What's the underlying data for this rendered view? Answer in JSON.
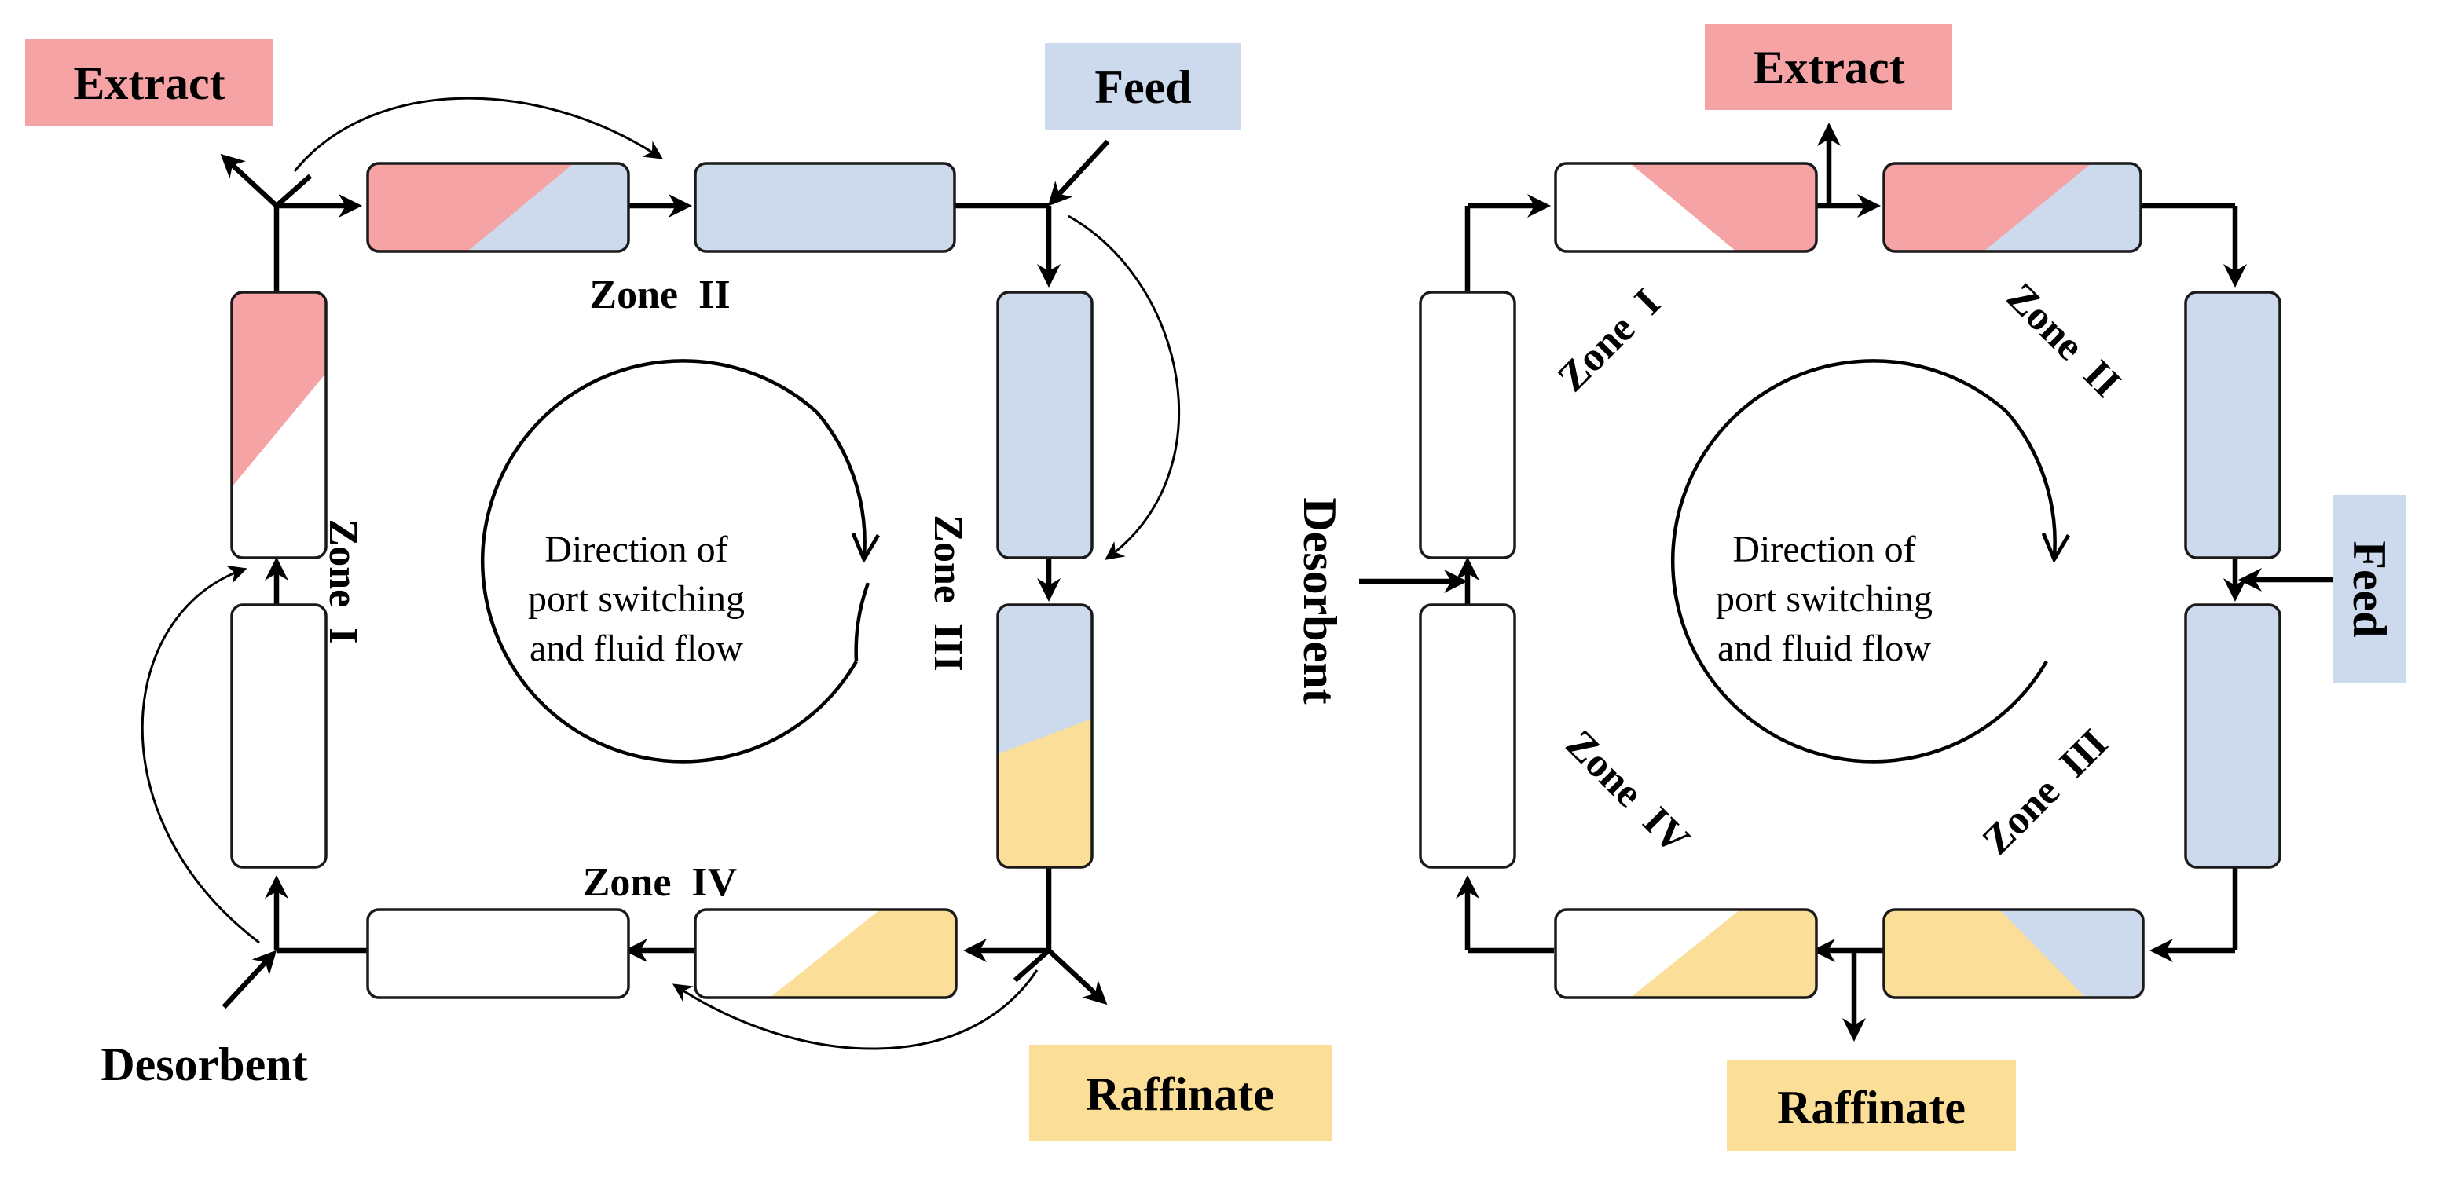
{
  "colors": {
    "extract": "#f5a3a5",
    "feed": "#cdd9ec",
    "raffinate": "#fbdf98",
    "empty": "#ffffff",
    "line": "#000000"
  },
  "left": {
    "labels": {
      "extract": "Extract",
      "feed": "Feed",
      "raffinate": "Raffinate",
      "desorbent": "Desorbent"
    },
    "zones": [
      "Zone  I",
      "Zone  II",
      "Zone  III",
      "Zone  IV"
    ],
    "caption": [
      "Direction of",
      "port switching",
      "and fluid flow"
    ]
  },
  "right": {
    "labels": {
      "extract": "Extract",
      "feed": "Feed",
      "raffinate": "Raffinate",
      "desorbent": "Desorbent"
    },
    "zones": [
      "Zone  I",
      "Zone  II",
      "Zone  III",
      "Zone  IV"
    ],
    "caption": [
      "Direction of",
      "port switching",
      "and fluid flow"
    ]
  }
}
